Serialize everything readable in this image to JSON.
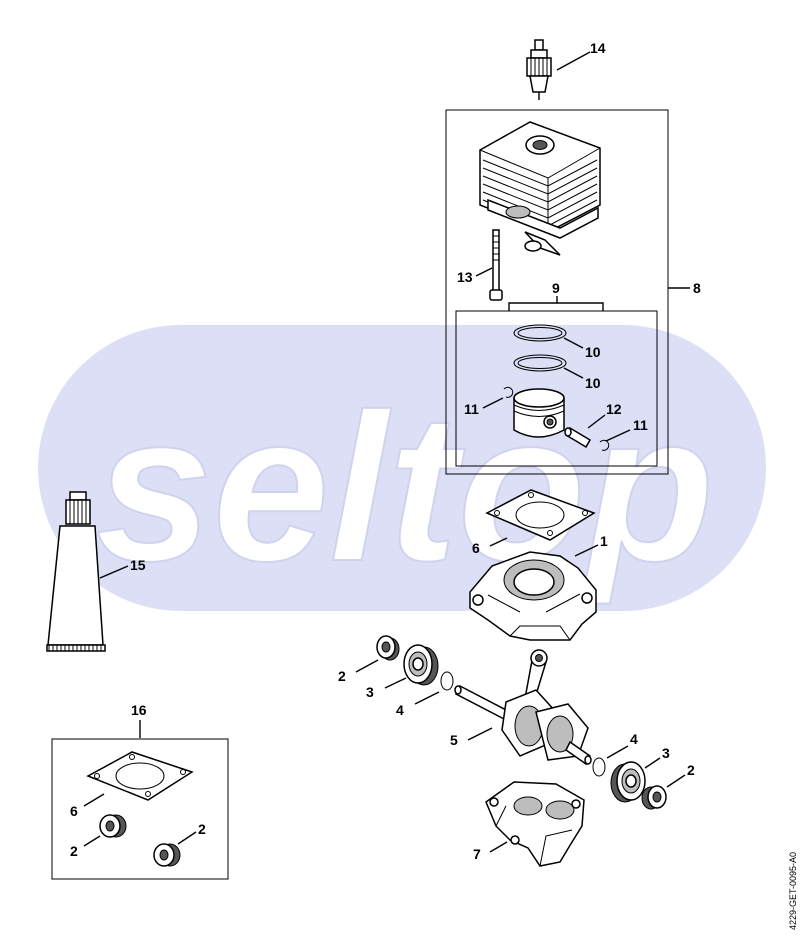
{
  "watermark": {
    "text": "seltop",
    "color": "#dcdff6"
  },
  "document_id": "4229-GET-0095-A0",
  "callouts": {
    "c1": "1",
    "c2a": "2",
    "c3a": "3",
    "c4a": "4",
    "c5": "5",
    "c4b": "4",
    "c3b": "3",
    "c2b": "2",
    "c6a": "6",
    "c7": "7",
    "c8": "8",
    "c9": "9",
    "c10a": "10",
    "c10b": "10",
    "c11a": "11",
    "c11b": "11",
    "c12": "12",
    "c13": "13",
    "c14": "14",
    "c15": "15",
    "c16": "16",
    "c6b": "6",
    "c2c": "2",
    "c2d": "2"
  },
  "parts": [
    {
      "icon": "crankcase-half-icon",
      "callout": "1"
    },
    {
      "icon": "seal-ring-icon",
      "callout": "2"
    },
    {
      "icon": "ball-bearing-icon",
      "callout": "3"
    },
    {
      "icon": "washer-icon",
      "callout": "4"
    },
    {
      "icon": "crankshaft-icon",
      "callout": "5"
    },
    {
      "icon": "gasket-icon",
      "callout": "6"
    },
    {
      "icon": "crankcase-lower-icon",
      "callout": "7"
    },
    {
      "icon": "cylinder-icon",
      "callout": "8"
    },
    {
      "icon": "piston-icon",
      "callout": "9"
    },
    {
      "icon": "piston-ring-icon",
      "callout": "10"
    },
    {
      "icon": "circlip-icon",
      "callout": "11"
    },
    {
      "icon": "piston-pin-icon",
      "callout": "12"
    },
    {
      "icon": "screw-icon",
      "callout": "13"
    },
    {
      "icon": "spark-plug-icon",
      "callout": "14"
    },
    {
      "icon": "grease-tube-icon",
      "callout": "15"
    },
    {
      "icon": "gasket-set-icon",
      "callout": "16"
    }
  ]
}
